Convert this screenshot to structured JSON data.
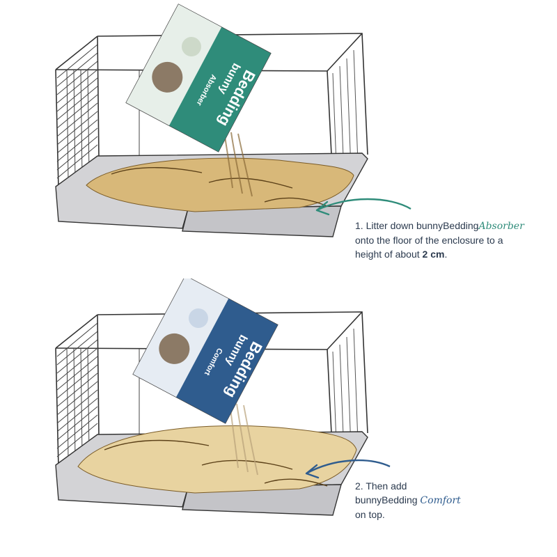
{
  "steps": [
    {
      "line1": "1. Litter down bunnyBedding",
      "line1_brand": "Absorber",
      "line2": "onto the floor of the enclosure to a",
      "line3_pre": "height of about ",
      "line3_bold": "2 cm",
      "line3_post": ".",
      "package_logo": "bunny",
      "package_word": "Bedding",
      "package_variant": "Absorber",
      "accent_color": "#2f8c7a",
      "arrow_icon": "curved-arrow-icon"
    },
    {
      "line1": "2. Then add",
      "line2_pre": "bunnyBedding ",
      "line2_brand": "Comfort",
      "line3": "on top.",
      "package_logo": "bunny",
      "package_word": "Bedding",
      "package_variant": "Comfort",
      "accent_color": "#2f5c8e",
      "arrow_icon": "curved-arrow-icon"
    }
  ],
  "colors": {
    "text": "#2b3a4e",
    "bedding_absorber": "#d8b879",
    "bedding_comfort": "#e8d3a0",
    "cage_base": "#d3d3d6",
    "cage_wire": "#333333"
  }
}
